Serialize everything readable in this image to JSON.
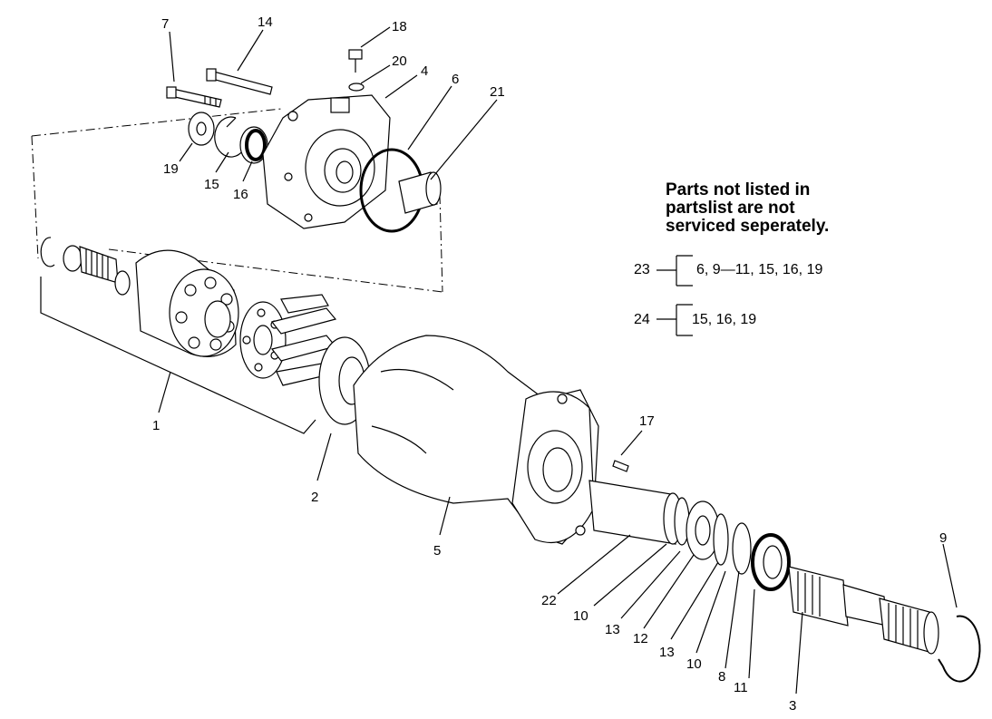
{
  "note": {
    "line1": "Parts not listed in",
    "line2": "partslist are not",
    "line3": "serviced seperately."
  },
  "kits": [
    {
      "number": "23",
      "parts": "6, 9—11, 15, 16, 19"
    },
    {
      "number": "24",
      "parts": "15, 16, 19"
    }
  ],
  "callouts": {
    "c7": "7",
    "c14": "14",
    "c18": "18",
    "c20": "20",
    "c4": "4",
    "c6": "6",
    "c21": "21",
    "c19": "19",
    "c15": "15",
    "c16": "16",
    "c1": "1",
    "c2": "2",
    "c5": "5",
    "c17": "17",
    "c22": "22",
    "c10a": "10",
    "c13a": "13",
    "c12": "12",
    "c13b": "13",
    "c10b": "10",
    "c8": "8",
    "c11": "11",
    "c3": "3",
    "c9": "9"
  }
}
